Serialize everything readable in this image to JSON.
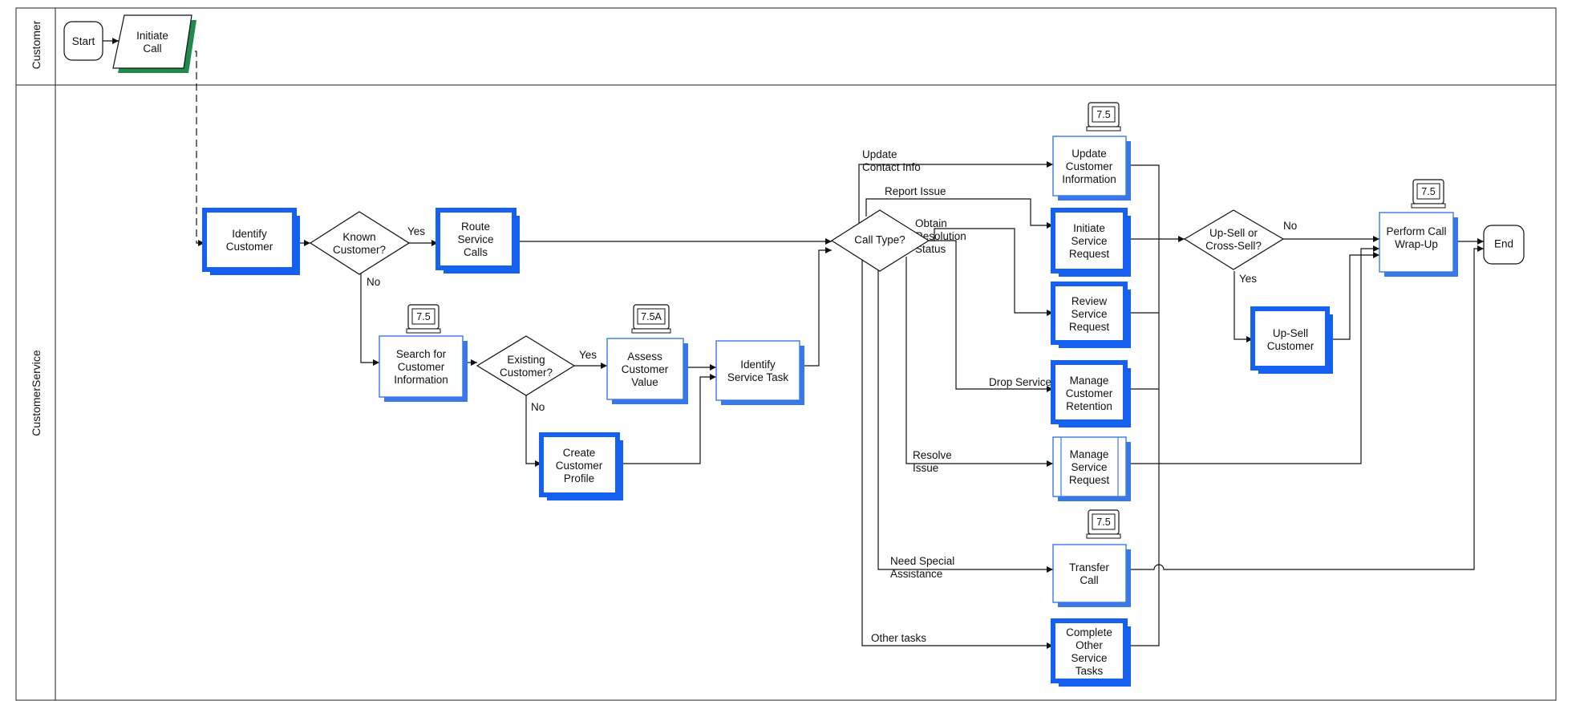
{
  "colors": {
    "shadow_heavy": "#1560ee",
    "shadow_light": "#3a78e8",
    "io_shadow": "#1f8a4c",
    "line": "#111111"
  },
  "lanes": [
    {
      "id": "customer",
      "label": "Customer"
    },
    {
      "id": "service",
      "label": "Customer Service"
    }
  ],
  "nodes": {
    "start": {
      "label": "Start"
    },
    "initiate_call": {
      "label": "Initiate Call"
    },
    "identify_customer": {
      "label": "Identify Customer"
    },
    "known_customer": {
      "label": "Known Customer?"
    },
    "route_service_calls": {
      "label": "Route Service Calls"
    },
    "search_customer_info": {
      "label": "Search for Customer Information",
      "badge": "7.5"
    },
    "existing_customer": {
      "label": "Existing Customer?"
    },
    "assess_customer_value": {
      "label": "Assess Customer Value",
      "badge": "7.5A"
    },
    "create_customer_profile": {
      "label": "Create Customer Profile"
    },
    "identify_service_task": {
      "label": "Identify Service Task"
    },
    "call_type": {
      "label": "Call Type?"
    },
    "update_customer_info": {
      "label": "Update Customer Information",
      "badge": "7.5"
    },
    "initiate_service_request": {
      "label": "Initiate Service Request"
    },
    "review_service_request": {
      "label": "Review Service Request"
    },
    "manage_customer_retention": {
      "label": "Manage Customer Retention"
    },
    "manage_service_request": {
      "label": "Manage Service Request"
    },
    "transfer_call": {
      "label": "Transfer Call",
      "badge": "7.5"
    },
    "complete_other_tasks": {
      "label": "Complete Other Service Tasks"
    },
    "upsell_decision": {
      "label": "Up-Sell or Cross-Sell?"
    },
    "upsell_customer": {
      "label": "Up-Sell Customer"
    },
    "perform_wrapup": {
      "label": "Perform Call Wrap-Up",
      "badge": "7.5"
    },
    "end": {
      "label": "End"
    }
  },
  "edges": {
    "known_yes": "Yes",
    "known_no": "No",
    "existing_yes": "Yes",
    "existing_no": "No",
    "update_contact": "Update Contact Info",
    "report_issue": "Report Issue",
    "obtain_status": "Obtain Resolution Status",
    "drop_service": "Drop Service",
    "resolve_issue": "Resolve Issue",
    "special_assistance": "Need Special Assistance",
    "other_tasks": "Other tasks",
    "upsell_no": "No",
    "upsell_yes": "Yes"
  }
}
